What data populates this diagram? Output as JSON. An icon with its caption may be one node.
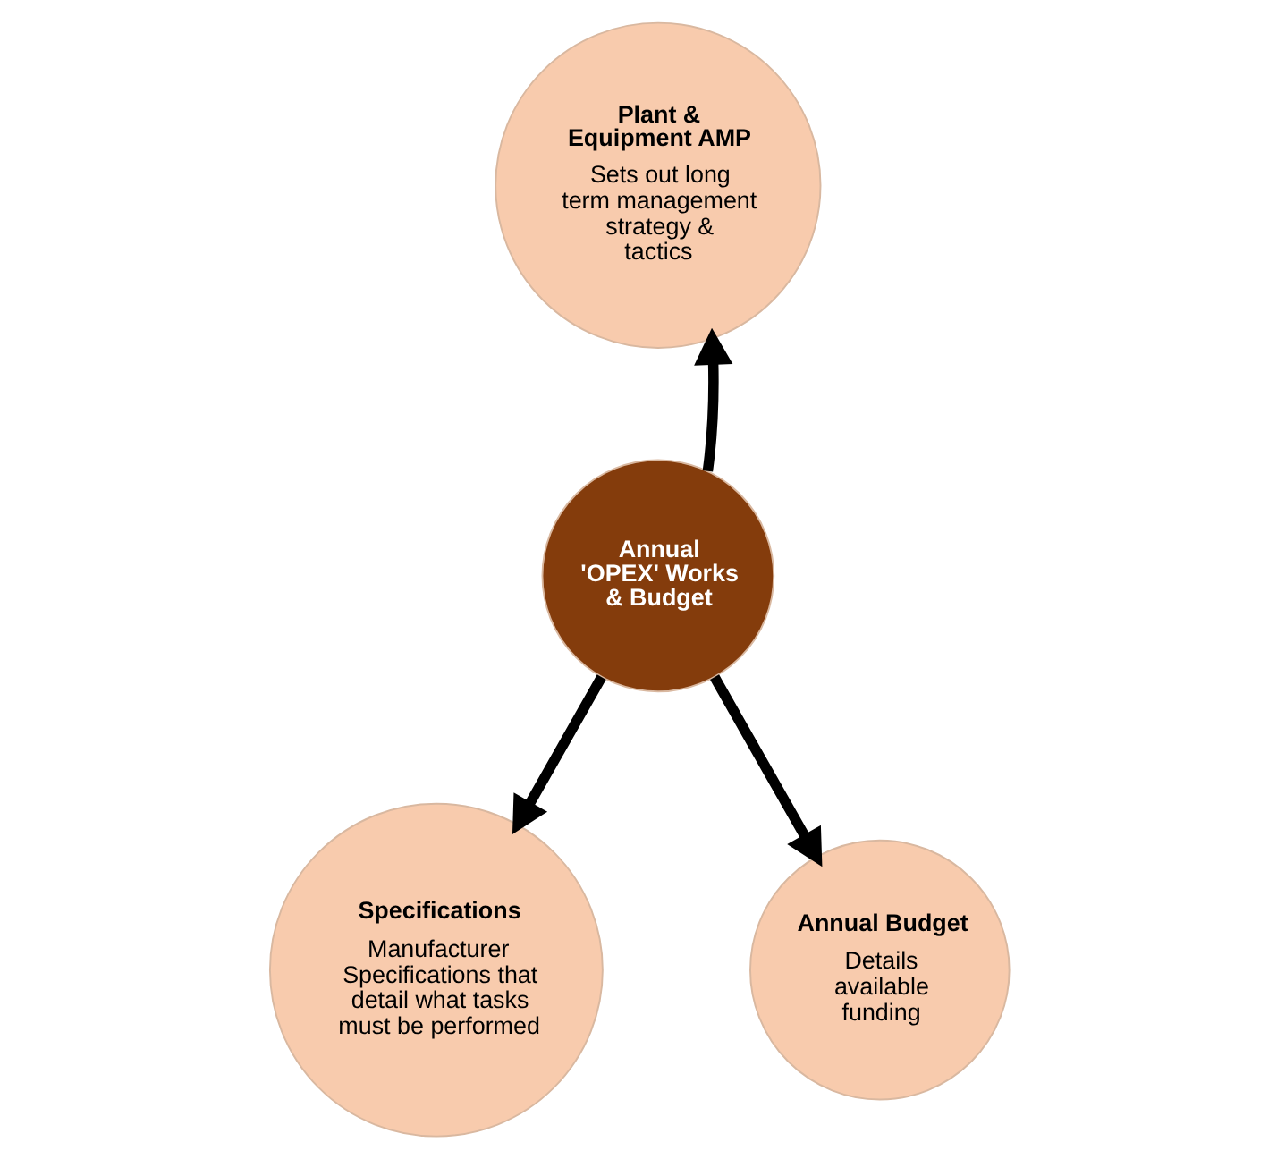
{
  "diagram": {
    "nodes": [
      {
        "text": [
          "Annual 'OPEX' Works & Budget"
        ]
      },
      {
        "text": [
          "Plant & Equipment AMP",
          "Sets out long term management strategy & tactics"
        ]
      },
      {
        "text": [
          "Specifications",
          "Manufacturer Specifications that detail what tasks must be performed"
        ]
      },
      {
        "text": [
          "Annual Budget",
          "Details available funding"
        ]
      }
    ],
    "edges": [
      {
        "from": 0,
        "to": 1,
        "arrow": "to"
      },
      {
        "from": 0,
        "to": 3,
        "arrow": "to"
      },
      {
        "from": 0,
        "to": 2,
        "arrow": "to"
      }
    ]
  }
}
